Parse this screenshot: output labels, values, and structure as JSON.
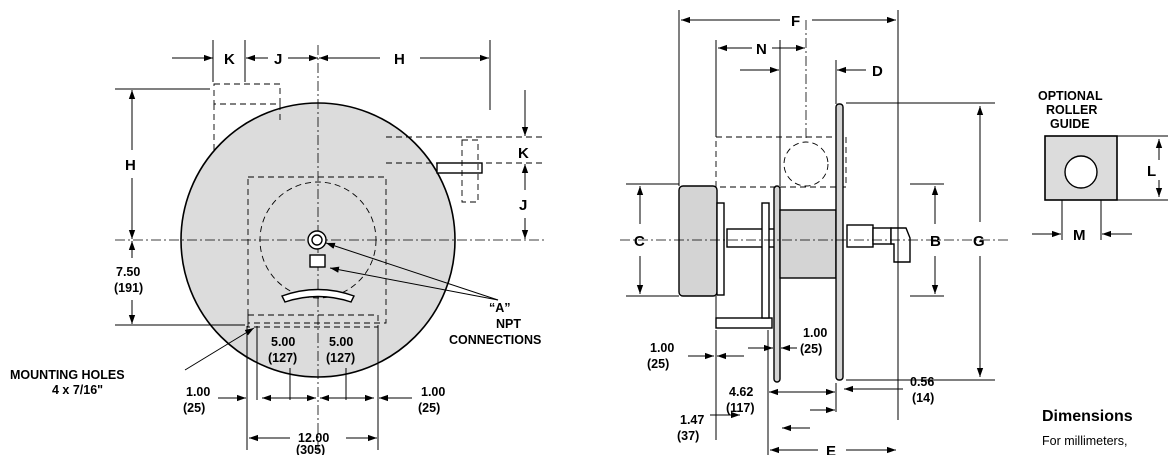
{
  "dimensions": {
    "K": "K",
    "J": "J",
    "H": "H",
    "F": "F",
    "N": "N",
    "D": "D",
    "C": "C",
    "B": "B",
    "G": "G",
    "L": "L",
    "M": "M",
    "E": "E"
  },
  "front_view": {
    "height_val": "7.50",
    "height_mm": "(191)",
    "mount_spacing_val": "5.00",
    "mount_spacing_mm": "(127)",
    "edge_val": "1.00",
    "edge_mm": "(25)",
    "width_val": "12.00",
    "width_mm": "(305)",
    "mounting_holes_line1": "MOUNTING HOLES",
    "mounting_holes_line2": "4 x 7/16\"",
    "npt_line1": "“A”",
    "npt_line2": "NPT",
    "npt_line3": "CONNECTIONS"
  },
  "side_view": {
    "base_edge_val": "1.00",
    "base_edge_mm": "(25)",
    "inner_val": "1.00",
    "inner_mm": "(25)",
    "shaft_val": "4.62",
    "shaft_mm": "(117)",
    "offset_val": "1.47",
    "offset_mm": "(37)",
    "plate_val": "0.56",
    "plate_mm": "(14)"
  },
  "roller_guide": {
    "title_line1": "OPTIONAL",
    "title_line2": "ROLLER",
    "title_line3": "GUIDE"
  },
  "footer": {
    "heading": "Dimensions",
    "note": "For millimeters,"
  }
}
